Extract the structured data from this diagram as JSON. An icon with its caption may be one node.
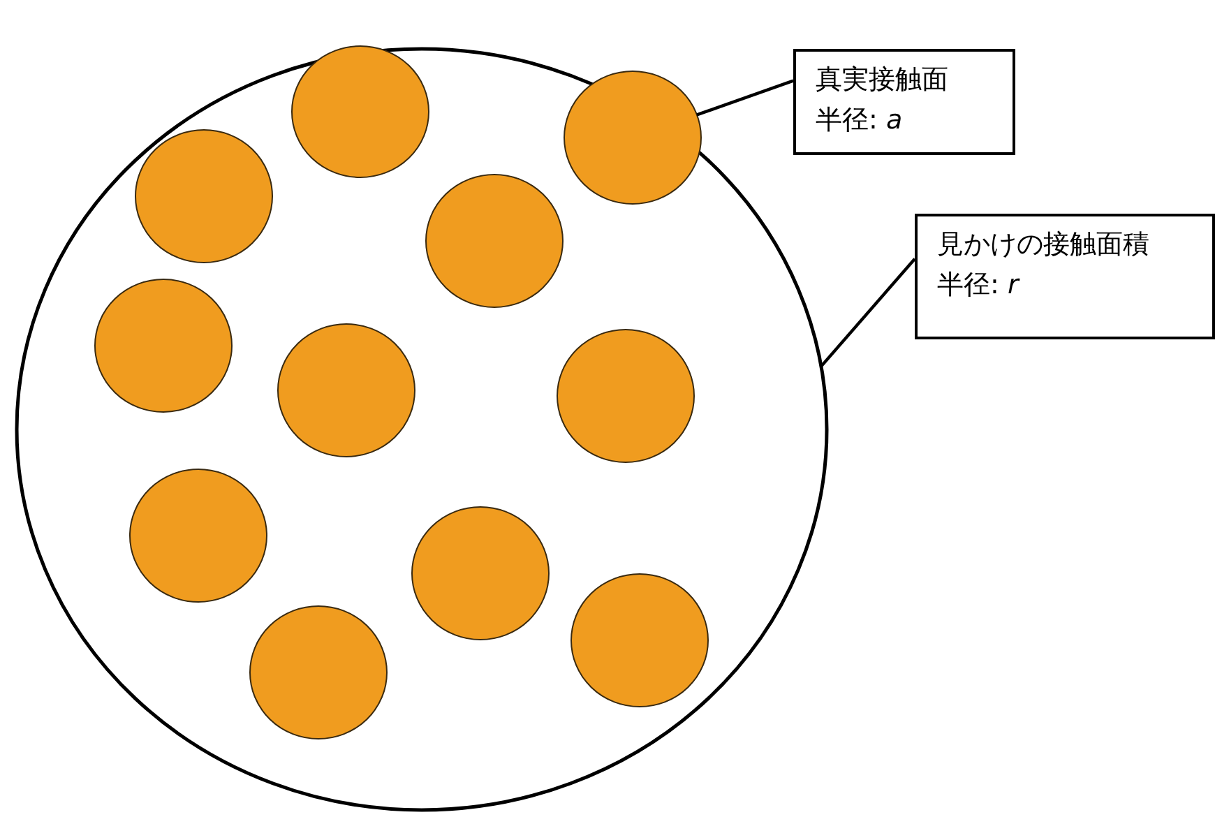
{
  "diagram": {
    "nodes": [
      {
        "text": [],
        "shape": "circle"
      },
      {
        "text": [],
        "shape": "circle",
        "in": 0
      },
      {
        "text": [],
        "shape": "circle",
        "in": 0
      },
      {
        "text": [],
        "shape": "circle",
        "in": 0
      },
      {
        "text": [],
        "shape": "circle",
        "in": 0
      },
      {
        "text": [],
        "shape": "circle",
        "in": 0
      },
      {
        "text": [],
        "shape": "circle",
        "in": 0
      },
      {
        "text": [],
        "shape": "circle",
        "in": 0
      },
      {
        "text": [],
        "shape": "circle",
        "in": 0
      },
      {
        "text": [],
        "shape": "circle",
        "in": 0
      },
      {
        "text": [],
        "shape": "circle",
        "in": 0
      },
      {
        "text": [],
        "shape": "circle",
        "in": 0
      },
      {
        "text": [
          "真実接触面",
          "半径: *a*"
        ]
      },
      {
        "text": [
          "見かけの接触面積",
          "半径: *r*"
        ]
      }
    ],
    "edges": [
      {
        "from": 12,
        "to": 2,
        "arrow": "none"
      },
      {
        "from": 13,
        "to": 0,
        "arrow": "none"
      }
    ]
  }
}
